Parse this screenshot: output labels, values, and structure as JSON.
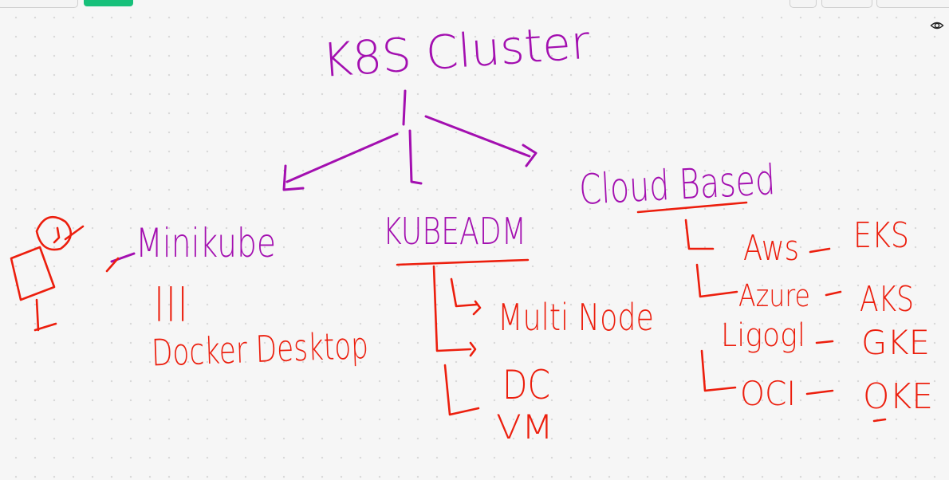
{
  "colors": {
    "purple_ink": "#a30fb0",
    "red_ink": "#ec1e0d",
    "green_button": "#17c07a"
  },
  "icons": {
    "visibility": "eye-icon"
  },
  "diagram": {
    "title": "K8S Cluster",
    "branches": {
      "left": "Minikube",
      "middle": "KUBEADM",
      "right": "Cloud Based"
    },
    "minikube": {
      "mark": "|||",
      "tool": "Docker Desktop"
    },
    "kubeadm": {
      "multi_node": "Multi Node",
      "dc": "DC",
      "vm": "VM"
    },
    "cloud": {
      "providers": [
        {
          "name": "Aws",
          "service": "EKS"
        },
        {
          "name": "Azure",
          "service": "AKS"
        },
        {
          "name": "Ligogl",
          "service": "GKE"
        },
        {
          "name": "OCI",
          "service": "OKE"
        }
      ]
    }
  }
}
